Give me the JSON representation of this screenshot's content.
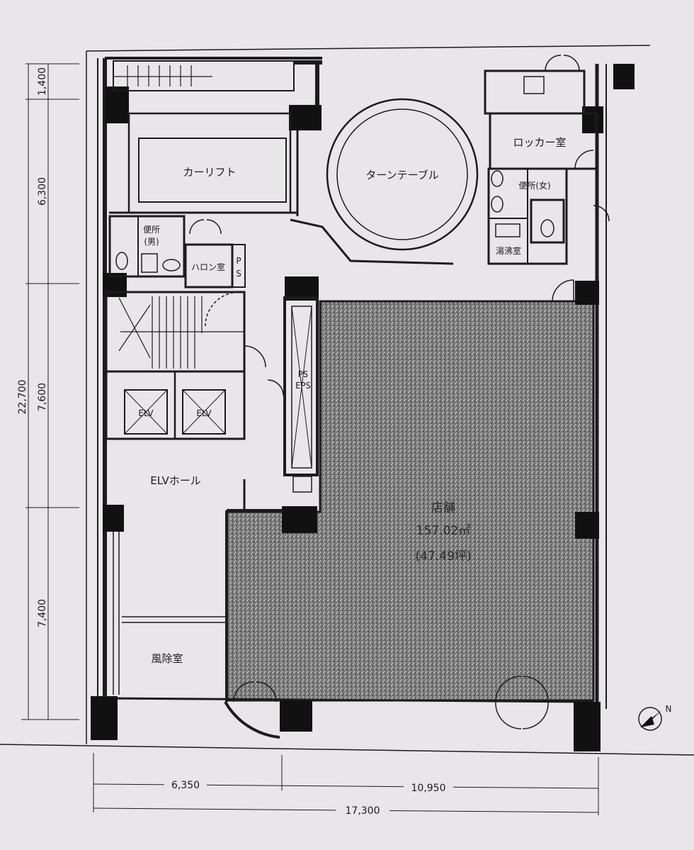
{
  "rooms": {
    "car_lift": "カーリフト",
    "turntable": "ターンテーブル",
    "locker_room": "ロッカー室",
    "toilet_female": "便所(女)",
    "toilet_male_line1": "便所",
    "toilet_male_line2": "(男)",
    "water_heater": "湯沸室",
    "halon_room": "ハロン室",
    "ps_top": "P",
    "ps_bottom": "S",
    "ps_eps_line1": "PS",
    "ps_eps_line2": "EPS",
    "elevator_1": "ELV",
    "elevator_2": "ELV",
    "elevator_hall": "ELVホール",
    "vestibule": "風除室",
    "store_name": "店舗",
    "store_area_m2": "157.02㎡",
    "store_area_tsubo": "(47.49坪)"
  },
  "dimensions": {
    "vertical": {
      "total": "22,700",
      "d1": "1,400",
      "d2": "6,300",
      "d3": "7,600",
      "d4": "7,400"
    },
    "horizontal": {
      "total": "17,300",
      "d1": "6,350",
      "d2": "10,950"
    }
  },
  "north_indicator": "N",
  "colors": {
    "paper": "#e9e6ea",
    "ink": "#1c1c1c",
    "store_fill": "#8e8e8e"
  }
}
